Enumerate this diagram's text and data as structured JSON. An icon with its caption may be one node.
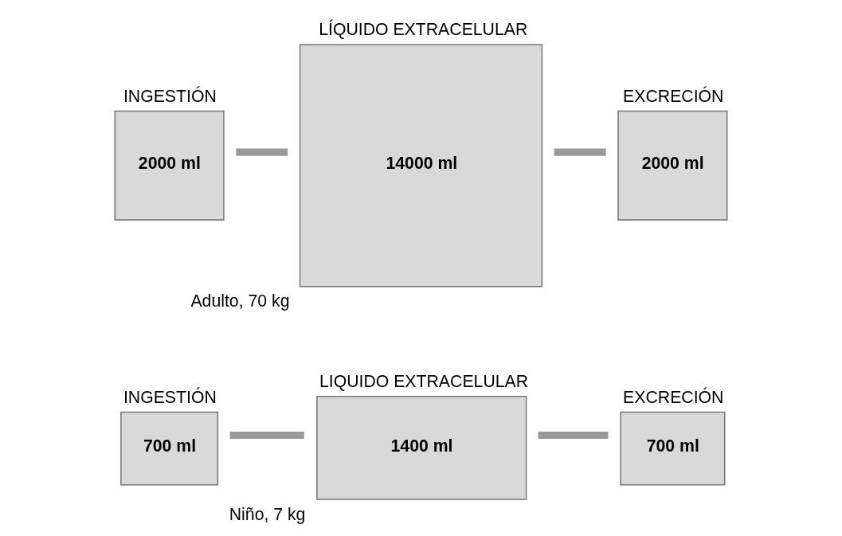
{
  "diagram": {
    "nodes": [
      {
        "text": [
          "INGESTIÓN",
          "700 ml"
        ]
      },
      {
        "text": [
          "LIQUIDO EXTRACELULAR",
          "1400 ml"
        ],
        "beside": [
          "Niño, 7 kg"
        ]
      },
      {
        "text": [
          "EXCRECIÓN",
          "700 ml"
        ]
      },
      {
        "text": [
          "INGESTIÓN",
          "2000 ml"
        ]
      },
      {
        "text": [
          "LÍQUIDO EXTRACELULAR",
          "14000 ml"
        ],
        "beside": [
          "Adulto, 70 kg"
        ]
      },
      {
        "text": [
          "EXCRECIÓN",
          "2000 ml"
        ]
      }
    ],
    "edges": [
      {
        "from": 0,
        "to": 1,
        "arrow": "none"
      },
      {
        "from": 1,
        "to": 2,
        "arrow": "none"
      },
      {
        "from": 3,
        "to": 4,
        "arrow": "none"
      },
      {
        "from": 4,
        "to": 5,
        "arrow": "none"
      }
    ]
  }
}
